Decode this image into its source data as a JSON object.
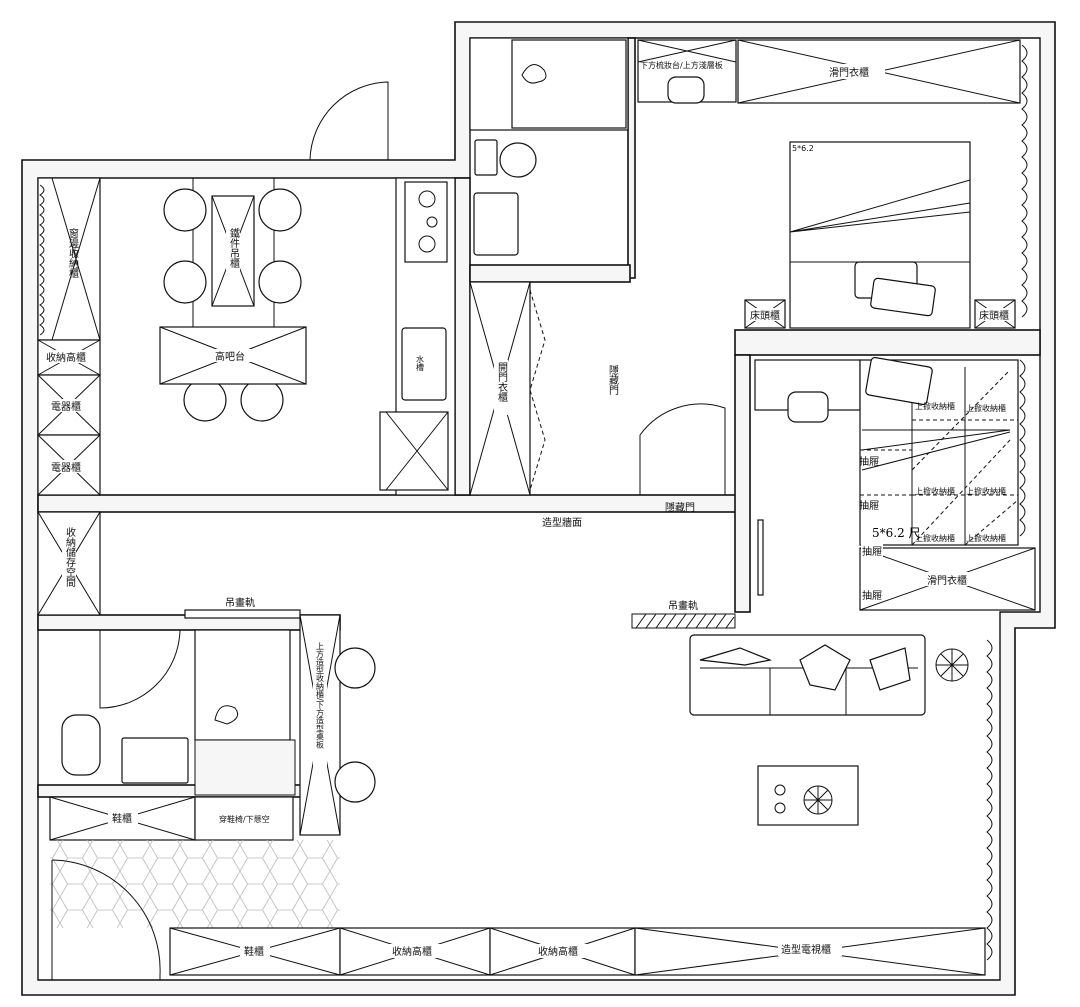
{
  "title": "平面配置圖",
  "kitchen": {
    "window_cabinet": "窗邊收納櫃",
    "tall_cabinet": "收納高櫃",
    "appliance_cabinet_1": "電器櫃",
    "appliance_cabinet_2": "電器櫃",
    "iron_hanging_cabinet": "鐵件吊櫃",
    "bar_counter": "高吧台",
    "sink": "水槽"
  },
  "middle": {
    "open_wardrobe": "開門衣櫃",
    "hidden_door_vertical": "隱藏門",
    "hidden_door": "隱藏門",
    "feature_wall": "造型牆面",
    "storage_space": "收納儲存空間",
    "picture_rail_1": "吊畫軌",
    "picture_rail_2": "吊畫軌"
  },
  "master_bedroom": {
    "vanity": "下方梳妝台/上方淺層板",
    "sliding_wardrobe": "滑門衣櫃",
    "bed_size": "5*6.2",
    "nightstand_left": "床頭櫃",
    "nightstand_right": "床頭櫃"
  },
  "second_bedroom": {
    "bed_size": "5*6.2 尺",
    "lift_cabinets": [
      "上掀收納櫃",
      "上掀收納櫃",
      "上掀收納櫃",
      "上掀收納櫃",
      "上掀收納櫃",
      "上掀收納櫃"
    ],
    "drawers": [
      "抽屜",
      "抽屜",
      "抽屜",
      "抽屜"
    ],
    "sliding_wardrobe": "滑門衣櫃"
  },
  "entry": {
    "shoe_cabinet_1": "鞋櫃",
    "shoe_bench": "穿鞋椅/下懸空",
    "desk_cabinet": "上方造型收納櫃/下方造型桌板",
    "shoe_cabinet_2": "鞋櫃",
    "tall_cabinet_1": "收納高櫃",
    "tall_cabinet_2": "收納高櫃",
    "tv_cabinet": "造型電視櫃"
  }
}
